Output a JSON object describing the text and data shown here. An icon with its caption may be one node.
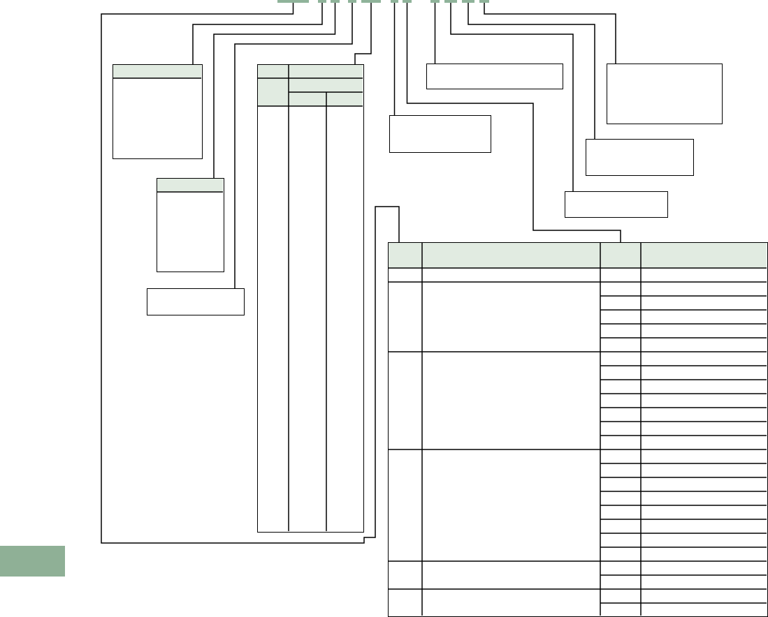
{
  "diagram": {
    "nodes": [
      {
        "text": [],
        "shape": "bar"
      },
      {
        "text": [],
        "shape": "bar"
      },
      {
        "text": [],
        "shape": "bar"
      },
      {
        "text": [],
        "shape": "bar"
      },
      {
        "text": [],
        "shape": "bar"
      },
      {
        "text": [],
        "shape": "bar"
      },
      {
        "text": [],
        "shape": "bar"
      },
      {
        "text": [],
        "shape": "bar"
      },
      {
        "text": [],
        "shape": "bar"
      },
      {
        "text": [],
        "shape": "bar"
      },
      {
        "text": [],
        "shape": "bar"
      },
      {
        "text": [],
        "shape": "box"
      },
      {
        "text": [],
        "shape": "box"
      },
      {
        "text": [],
        "shape": "box"
      },
      {
        "text": [],
        "shape": "table"
      },
      {
        "text": [],
        "shape": "box"
      },
      {
        "text": [],
        "shape": "box"
      },
      {
        "text": [],
        "shape": "box"
      },
      {
        "text": [],
        "shape": "box"
      },
      {
        "text": [],
        "shape": "box"
      },
      {
        "text": [],
        "shape": "table"
      }
    ],
    "edges": [
      {
        "from": 0,
        "to": 20,
        "arrow": "none"
      },
      {
        "from": 1,
        "to": 11,
        "arrow": "none"
      },
      {
        "from": 2,
        "to": 12,
        "arrow": "none"
      },
      {
        "from": 3,
        "to": 13,
        "arrow": "none"
      },
      {
        "from": 4,
        "to": 14,
        "arrow": "none"
      },
      {
        "from": 5,
        "to": 15,
        "arrow": "none"
      },
      {
        "from": 6,
        "to": 20,
        "arrow": "none"
      },
      {
        "from": 7,
        "to": 16,
        "arrow": "none"
      },
      {
        "from": 8,
        "to": 17,
        "arrow": "none"
      },
      {
        "from": 9,
        "to": 18,
        "arrow": "none"
      },
      {
        "from": 10,
        "to": 19,
        "arrow": "none"
      }
    ]
  }
}
